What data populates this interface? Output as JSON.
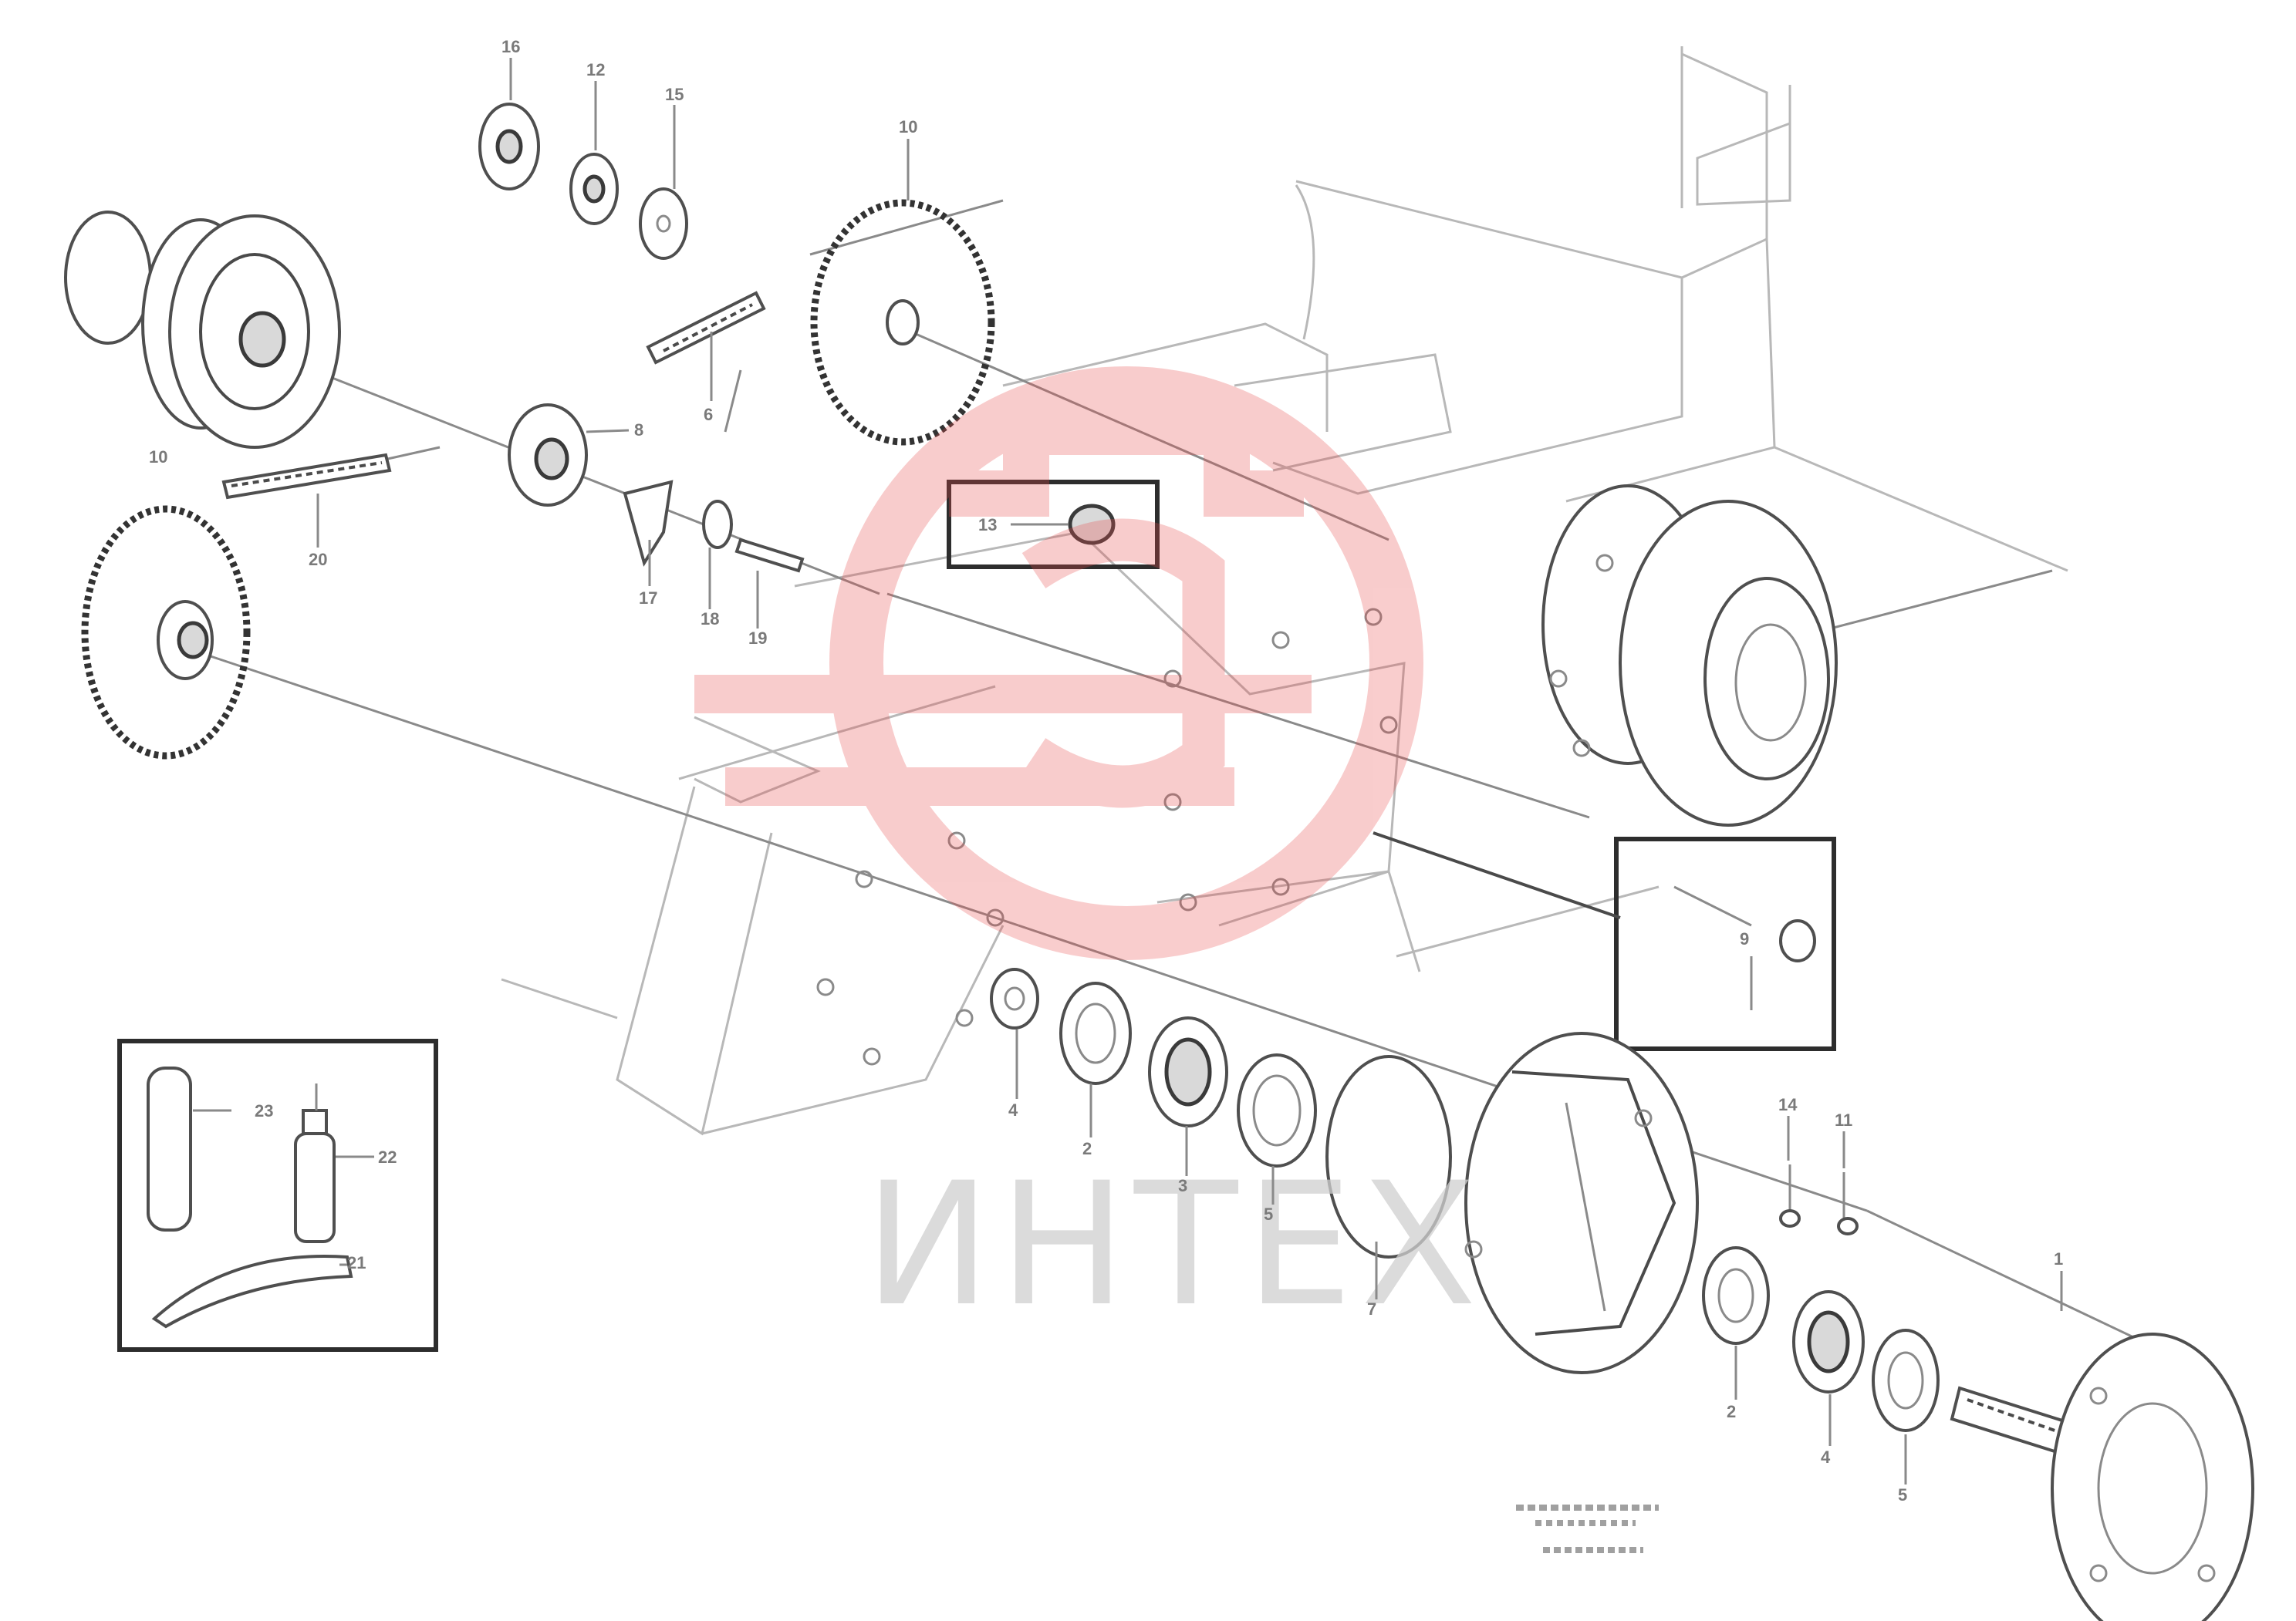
{
  "callouts": [
    {
      "id": "c1",
      "text": "1"
    },
    {
      "id": "c2",
      "text": "2"
    },
    {
      "id": "c3",
      "text": "3"
    },
    {
      "id": "c4",
      "text": "4"
    },
    {
      "id": "c5",
      "text": "5"
    },
    {
      "id": "c6",
      "text": "6"
    },
    {
      "id": "c7",
      "text": "7"
    },
    {
      "id": "c8",
      "text": "8"
    },
    {
      "id": "c9",
      "text": "9"
    },
    {
      "id": "c10",
      "text": "10"
    },
    {
      "id": "c11",
      "text": "11"
    },
    {
      "id": "c12",
      "text": "12"
    },
    {
      "id": "c13",
      "text": "13"
    },
    {
      "id": "c14",
      "text": "14"
    },
    {
      "id": "c15",
      "text": "15"
    },
    {
      "id": "c16",
      "text": "16"
    },
    {
      "id": "c17",
      "text": "17"
    },
    {
      "id": "c18",
      "text": "18"
    },
    {
      "id": "c19",
      "text": "19"
    },
    {
      "id": "c20",
      "text": "20"
    },
    {
      "id": "c21",
      "text": "21"
    },
    {
      "id": "c22",
      "text": "22"
    },
    {
      "id": "c23",
      "text": "23"
    }
  ],
  "watermark": {
    "brand_text": "ИНТЕХ",
    "logo_color": "#e84a4a"
  },
  "colors": {
    "line": "#8a8a8a",
    "outline": "#2d2d2d",
    "watermark_red": "#e84a4a"
  }
}
